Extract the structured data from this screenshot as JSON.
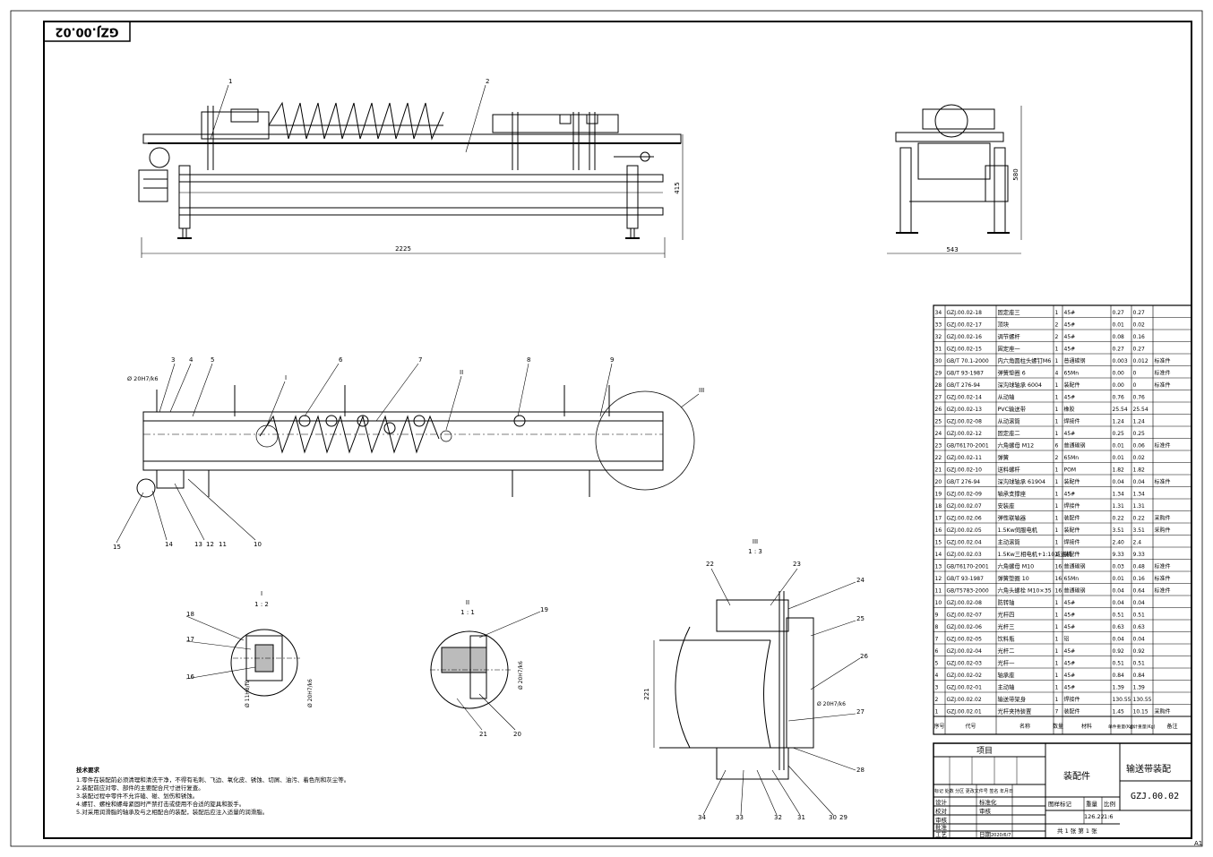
{
  "drawing_code_rotated": "GZJ.00.02",
  "sheet_size": "A1",
  "dimensions": {
    "length": "2225",
    "height": "415",
    "width": "543",
    "side_height": "580",
    "roller_height": "221"
  },
  "callouts_main": [
    "1",
    "2",
    "3",
    "4",
    "5",
    "6",
    "7",
    "8",
    "9",
    "10",
    "11",
    "12",
    "13",
    "14",
    "15"
  ],
  "section_labels": {
    "I": "I",
    "II": "II",
    "III": "III",
    "I_scale": "1 : 2",
    "II_scale": "1 : 1",
    "III_scale": "1 : 3"
  },
  "detail_callouts": [
    "16",
    "17",
    "18",
    "19",
    "20",
    "21",
    "22",
    "23",
    "24",
    "25",
    "26",
    "27",
    "28",
    "29",
    "30",
    "31",
    "32",
    "33",
    "34"
  ],
  "fits": {
    "fit_main": "Ø 20H7/k6",
    "fit_I": "Ø 20H7/k6",
    "fit_I2": "Ø 11H8/f9",
    "fit_II": "Ø 20H7/k6",
    "fit_III": "Ø 20H7/k6"
  },
  "tech_requirements": {
    "heading": "技术要求",
    "lines": [
      "1.零件在装配前必须清理和清洗干净，不得有毛刺、飞边、氧化皮、锈蚀、切屑、油污、着色剂和灰尘等。",
      "2.装配前应对零、部件的主要配合尺寸进行复查。",
      "3.装配过程中零件不允许磕、碰、划伤和锈蚀。",
      "4.螺钉、螺栓和螺母紧固时严禁打击或使用不合适的旋具和扳手。",
      "5.对采用润滑脂的轴承及与之相配合的装配，装配后应注入适量的润滑脂。"
    ]
  },
  "bom": {
    "rows": [
      [
        "34",
        "GZJ.00.02-18",
        "固定座三",
        "1",
        "45#",
        "0.27",
        "0.27",
        ""
      ],
      [
        "33",
        "GZJ.00.02-17",
        "顶块",
        "2",
        "45#",
        "0.01",
        "0.02",
        ""
      ],
      [
        "32",
        "GZJ.00.02-16",
        "调节螺杆",
        "2",
        "45#",
        "0.08",
        "0.16",
        ""
      ],
      [
        "31",
        "GZJ.00.02-15",
        "固定座一",
        "1",
        "45#",
        "0.27",
        "0.27",
        ""
      ],
      [
        "30",
        "GB/T 70.1-2000",
        "内六角圆柱头螺钉M6",
        "1",
        "普通碳钢",
        "0.003",
        "0.012",
        "标准件"
      ],
      [
        "29",
        "GB/T 93-1987",
        "弹簧垫圈 6",
        "4",
        "65Mn",
        "0.00",
        "0",
        "标准件"
      ],
      [
        "28",
        "GB/T 276-94",
        "深沟球轴承 6004",
        "1",
        "装配件",
        "0.00",
        "0",
        "标准件"
      ],
      [
        "27",
        "GZJ.00.02-14",
        "从动轴",
        "1",
        "45#",
        "0.76",
        "0.76",
        ""
      ],
      [
        "26",
        "GZJ.00.02-13",
        "PVC输送带",
        "1",
        "橡胶",
        "25.54",
        "25.54",
        ""
      ],
      [
        "25",
        "GZJ.00.02-08",
        "从动滚筒",
        "1",
        "焊接件",
        "1.24",
        "1.24",
        ""
      ],
      [
        "24",
        "GZJ.00.02-12",
        "固定座二",
        "1",
        "45#",
        "0.25",
        "0.25",
        ""
      ],
      [
        "23",
        "GB/T6170-2001",
        "六角螺母 M12",
        "6",
        "普通碳钢",
        "0.01",
        "0.06",
        "标准件"
      ],
      [
        "22",
        "GZJ.00.02-11",
        "弹簧",
        "2",
        "65Mn",
        "0.01",
        "0.02",
        ""
      ],
      [
        "21",
        "GZJ.00.02-10",
        "送料螺杆",
        "1",
        "POM",
        "1.82",
        "1.82",
        ""
      ],
      [
        "20",
        "GB/T 276-94",
        "深沟球轴承 61904",
        "1",
        "装配件",
        "0.04",
        "0.04",
        "标准件"
      ],
      [
        "19",
        "GZJ.00.02-09",
        "轴承支撑座",
        "1",
        "45#",
        "1.34",
        "1.34",
        ""
      ],
      [
        "18",
        "GZJ.00.02.07",
        "安装座",
        "1",
        "焊接件",
        "1.31",
        "1.31",
        ""
      ],
      [
        "17",
        "GZJ.00.02.06",
        "弹性联轴器",
        "1",
        "装配件",
        "0.22",
        "0.22",
        "采购件"
      ],
      [
        "16",
        "GZJ.00.02.05",
        "1.5Kw伺服电机",
        "1",
        "装配件",
        "3.51",
        "3.51",
        "采购件"
      ],
      [
        "15",
        "GZJ.00.02.04",
        "主动滚筒",
        "1",
        "焊接件",
        "2.40",
        "2.4",
        ""
      ],
      [
        "14",
        "GZJ.00.02.03",
        "1.5Kw三相电机+1:10减速机",
        "1",
        "装配件",
        "9.33",
        "9.33",
        ""
      ],
      [
        "13",
        "GB/T6170-2001",
        "六角螺母 M10",
        "16",
        "普通碳钢",
        "0.03",
        "0.48",
        "标准件"
      ],
      [
        "12",
        "GB/T 93-1987",
        "弹簧垫圈 10",
        "16",
        "65Mn",
        "0.01",
        "0.16",
        "标准件"
      ],
      [
        "11",
        "GB/T5783-2000",
        "六角头螺栓 M10×35",
        "16",
        "普通碳钢",
        "0.04",
        "0.64",
        "标准件"
      ],
      [
        "10",
        "GZJ.00.02-08",
        "防转轴",
        "1",
        "45#",
        "0.04",
        "0.04",
        ""
      ],
      [
        "9",
        "GZJ.00.02-07",
        "光杆四",
        "1",
        "45#",
        "0.51",
        "0.51",
        ""
      ],
      [
        "8",
        "GZJ.00.02-06",
        "光杆三",
        "1",
        "45#",
        "0.63",
        "0.63",
        ""
      ],
      [
        "7",
        "GZJ.00.02-05",
        "饮料瓶",
        "1",
        "铝",
        "0.04",
        "0.04",
        ""
      ],
      [
        "6",
        "GZJ.00.02-04",
        "光杆二",
        "1",
        "45#",
        "0.92",
        "0.92",
        ""
      ],
      [
        "5",
        "GZJ.00.02-03",
        "光杆一",
        "1",
        "45#",
        "0.51",
        "0.51",
        ""
      ],
      [
        "4",
        "GZJ.00.02-02",
        "轴承座",
        "1",
        "45#",
        "0.84",
        "0.84",
        ""
      ],
      [
        "3",
        "GZJ.00.02-01",
        "主动轴",
        "1",
        "45#",
        "1.39",
        "1.39",
        ""
      ],
      [
        "2",
        "GZJ.00.02.02",
        "输送带架身",
        "1",
        "焊接件",
        "130.55",
        "130.55",
        ""
      ],
      [
        "1",
        "GZJ.00.02.01",
        "光杆夹持装置",
        "7",
        "装配件",
        "1.45",
        "10.15",
        "采购件"
      ]
    ],
    "header": {
      "seq": "序号",
      "code": "代号",
      "name": "名称",
      "qty": "数量",
      "material": "材料",
      "unit_weight": "单件重量(Kg)",
      "total_weight": "总计重量(Kg)",
      "remark": "备注"
    }
  },
  "title_block": {
    "project_label": "项目",
    "category": "装配件",
    "drawing_title": "输送带装配",
    "drawing_code": "GZJ.00.02",
    "weight": "126.22",
    "scale": "1:6",
    "design_label": "设计",
    "check_label": "校对",
    "review_label": "审核",
    "process_label": "工艺",
    "std_label": "标准化",
    "approve_label": "批准",
    "date_label": "日期",
    "date_value": "2020/6/7",
    "stage_label": "图样标记",
    "weight_label": "重量",
    "scale_label": "比例",
    "sheet_text": "共 1 张  第 1 张",
    "mark_row": "标记 处数 分区 更改文件号 签名 年月日"
  }
}
